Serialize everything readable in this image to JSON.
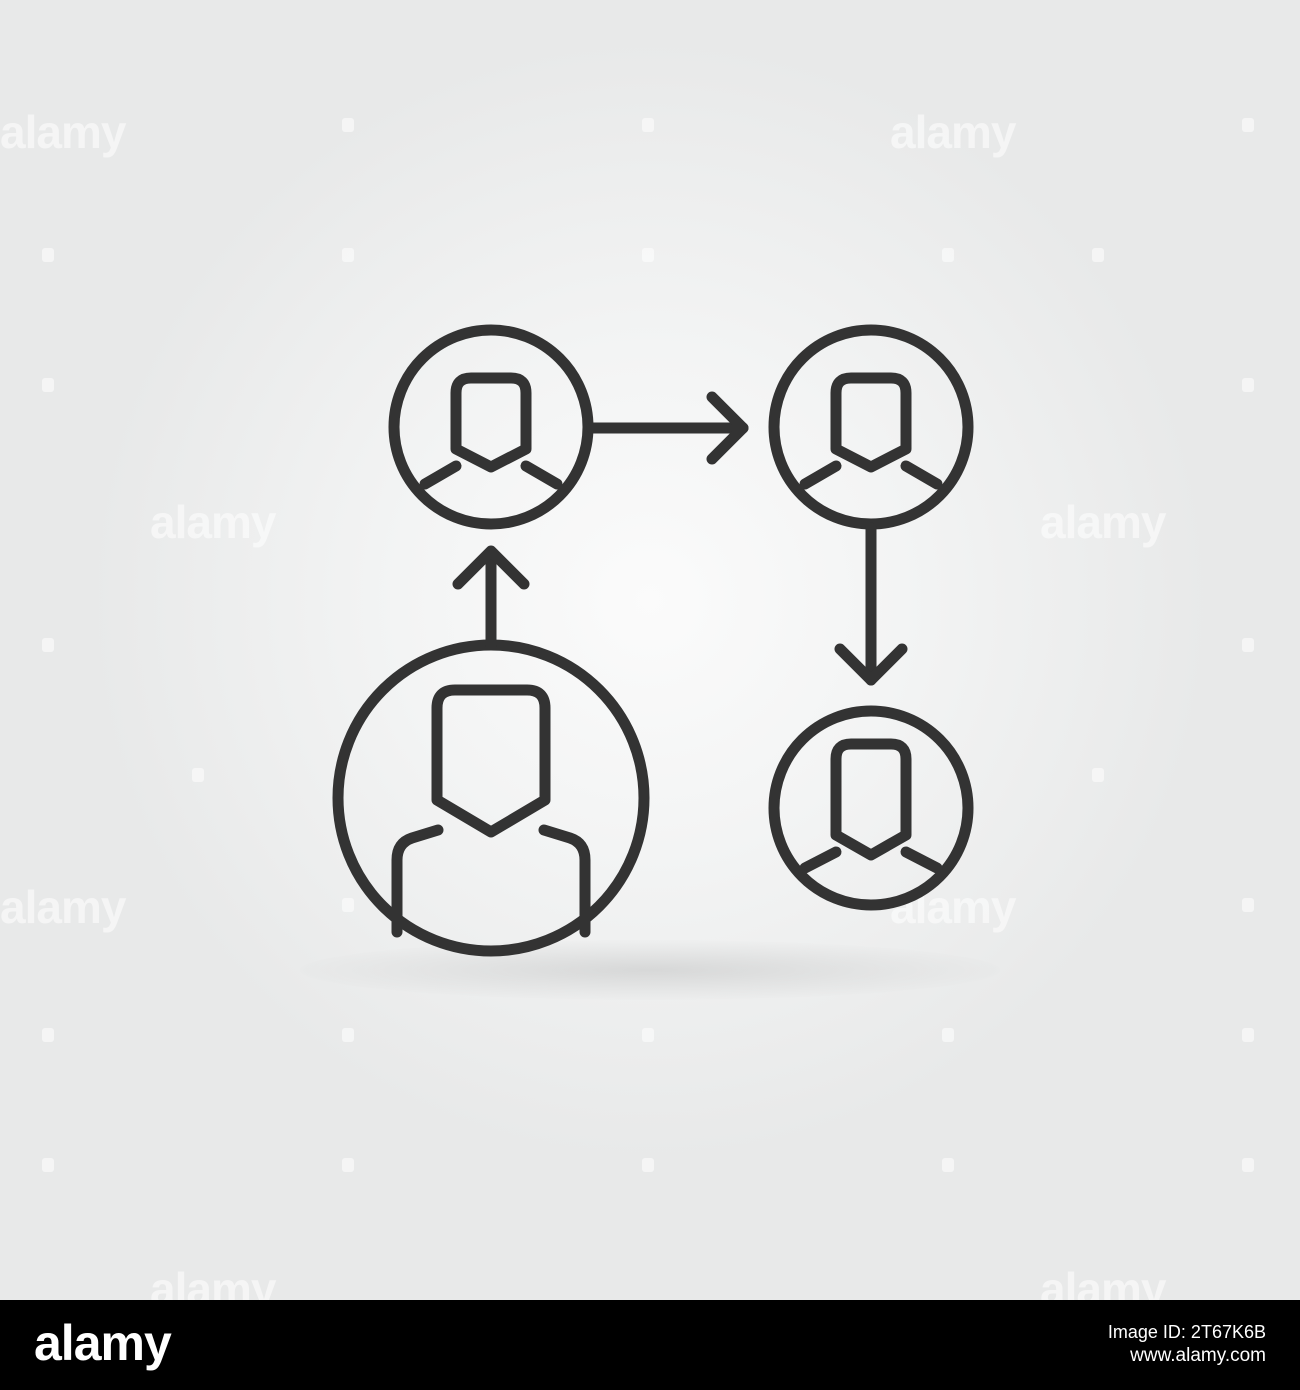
{
  "colors": {
    "stroke": "#333333",
    "background": "#f3f4f4",
    "footer_bg": "#000000",
    "footer_text": "#ffffff"
  },
  "watermark_text": "alamy",
  "footer": {
    "logo": "alamy",
    "image_id_line": "Image ID: 2T67K6B",
    "site_line": "www.alamy.com"
  },
  "icon": {
    "semantic": "referral-network-icon",
    "nodes": [
      "large-person",
      "person-top-left",
      "person-top-right",
      "person-bottom-right"
    ],
    "arrows": [
      "up",
      "right",
      "down"
    ]
  }
}
